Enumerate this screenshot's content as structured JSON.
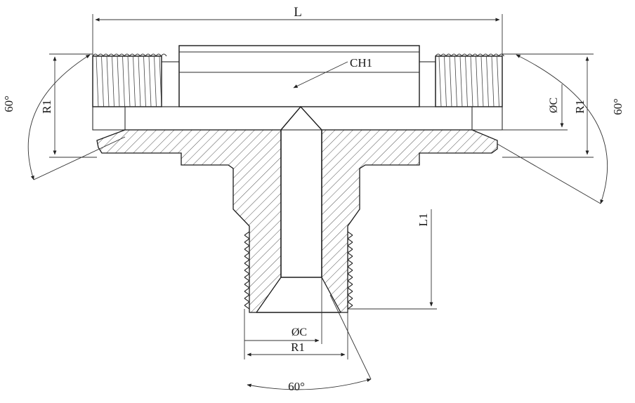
{
  "labels": {
    "length": "L",
    "chamfer": "CH1",
    "thread_left": "R1",
    "thread_right": "R1",
    "thread_bottom": "R1",
    "bore_right": "ØC",
    "bore_bottom": "ØC",
    "branch_length": "L1",
    "angle_left": "60°",
    "angle_right": "60°",
    "angle_bottom": "60°"
  },
  "colors": {
    "line": "#1a1a1a",
    "hatch": "#555555",
    "background": "#ffffff"
  }
}
